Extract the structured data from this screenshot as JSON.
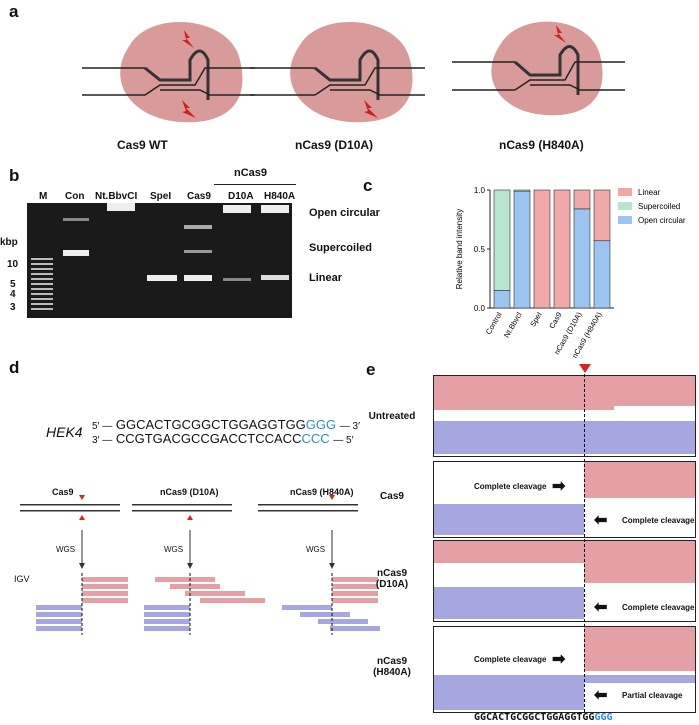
{
  "panel_a": {
    "label": "a",
    "captions": [
      "Cas9 WT",
      "nCas9 (D10A)",
      "nCas9 (H840A)"
    ]
  },
  "panel_b": {
    "label": "b",
    "lane_labels": [
      "M",
      "Con",
      "Nt.BbvCI",
      "SpeI",
      "Cas9",
      "D10A",
      "H840A"
    ],
    "ncas9_header": "nCas9",
    "kbp": "kbp",
    "ladder": [
      "10",
      "5",
      "4",
      "3"
    ],
    "band_labels": [
      "Open circular",
      "Supercoiled",
      "Linear"
    ]
  },
  "panel_c": {
    "label": "c"
  },
  "chart_data": {
    "type": "bar",
    "stacked": true,
    "categories": [
      "Control",
      "Nt.Bbvcl",
      "SpeI",
      "Cas9",
      "nCas9 (D10A)",
      "nCas9 (H840A)"
    ],
    "series": [
      {
        "name": "Open circular",
        "values": [
          0.15,
          0.99,
          0.0,
          0.0,
          0.84,
          0.57
        ]
      },
      {
        "name": "Supercoiled",
        "values": [
          0.85,
          0.01,
          0.0,
          0.0,
          0.0,
          0.0
        ]
      },
      {
        "name": "Linear",
        "values": [
          0.0,
          0.0,
          1.0,
          1.0,
          0.16,
          0.43
        ]
      }
    ],
    "ylabel": "Relative band intensity",
    "yticks": [
      "0.0",
      "0.5",
      "1.0"
    ],
    "ylim": [
      0,
      1
    ],
    "legend": [
      "Linear",
      "Supercoiled",
      "Open circular"
    ],
    "legend_position": "right",
    "colors": {
      "Linear": "#f0a8a8",
      "Supercoiled": "#b8e4d0",
      "Open circular": "#9cc4f0"
    }
  },
  "panel_d": {
    "label": "d",
    "gene": "HEK4",
    "top_prefix": "5′ —",
    "top_seq": "GGCACTGCGGCTGGAGGTGG",
    "top_pam": "GGG",
    "top_suffix": "— 3′",
    "bot_prefix": "3′ —",
    "bot_seq": "CCGTGACGCCGACCTCCACC",
    "bot_pam": "CCC",
    "bot_suffix": "— 5′",
    "enzymes": [
      "Cas9",
      "nCas9 (D10A)",
      "nCas9 (H840A)"
    ],
    "wgs": "WGS",
    "igv": "IGV"
  },
  "panel_e": {
    "label": "e",
    "rows": [
      "Untreated",
      "Cas9",
      "nCas9\n(D10A)",
      "nCas9\n(H840A)"
    ],
    "complete_cleavage": "Complete cleavage",
    "partial_cleavage": "Partial cleavage",
    "bottom_seq": "GGCACTGCGGCTGGAGGTGG",
    "bottom_pam": "GGG"
  },
  "colors": {
    "pam": "#2e8fd0",
    "cut": "#e02020",
    "read_pink": "#e4a0a4",
    "read_blue": "#a6a6e0"
  }
}
